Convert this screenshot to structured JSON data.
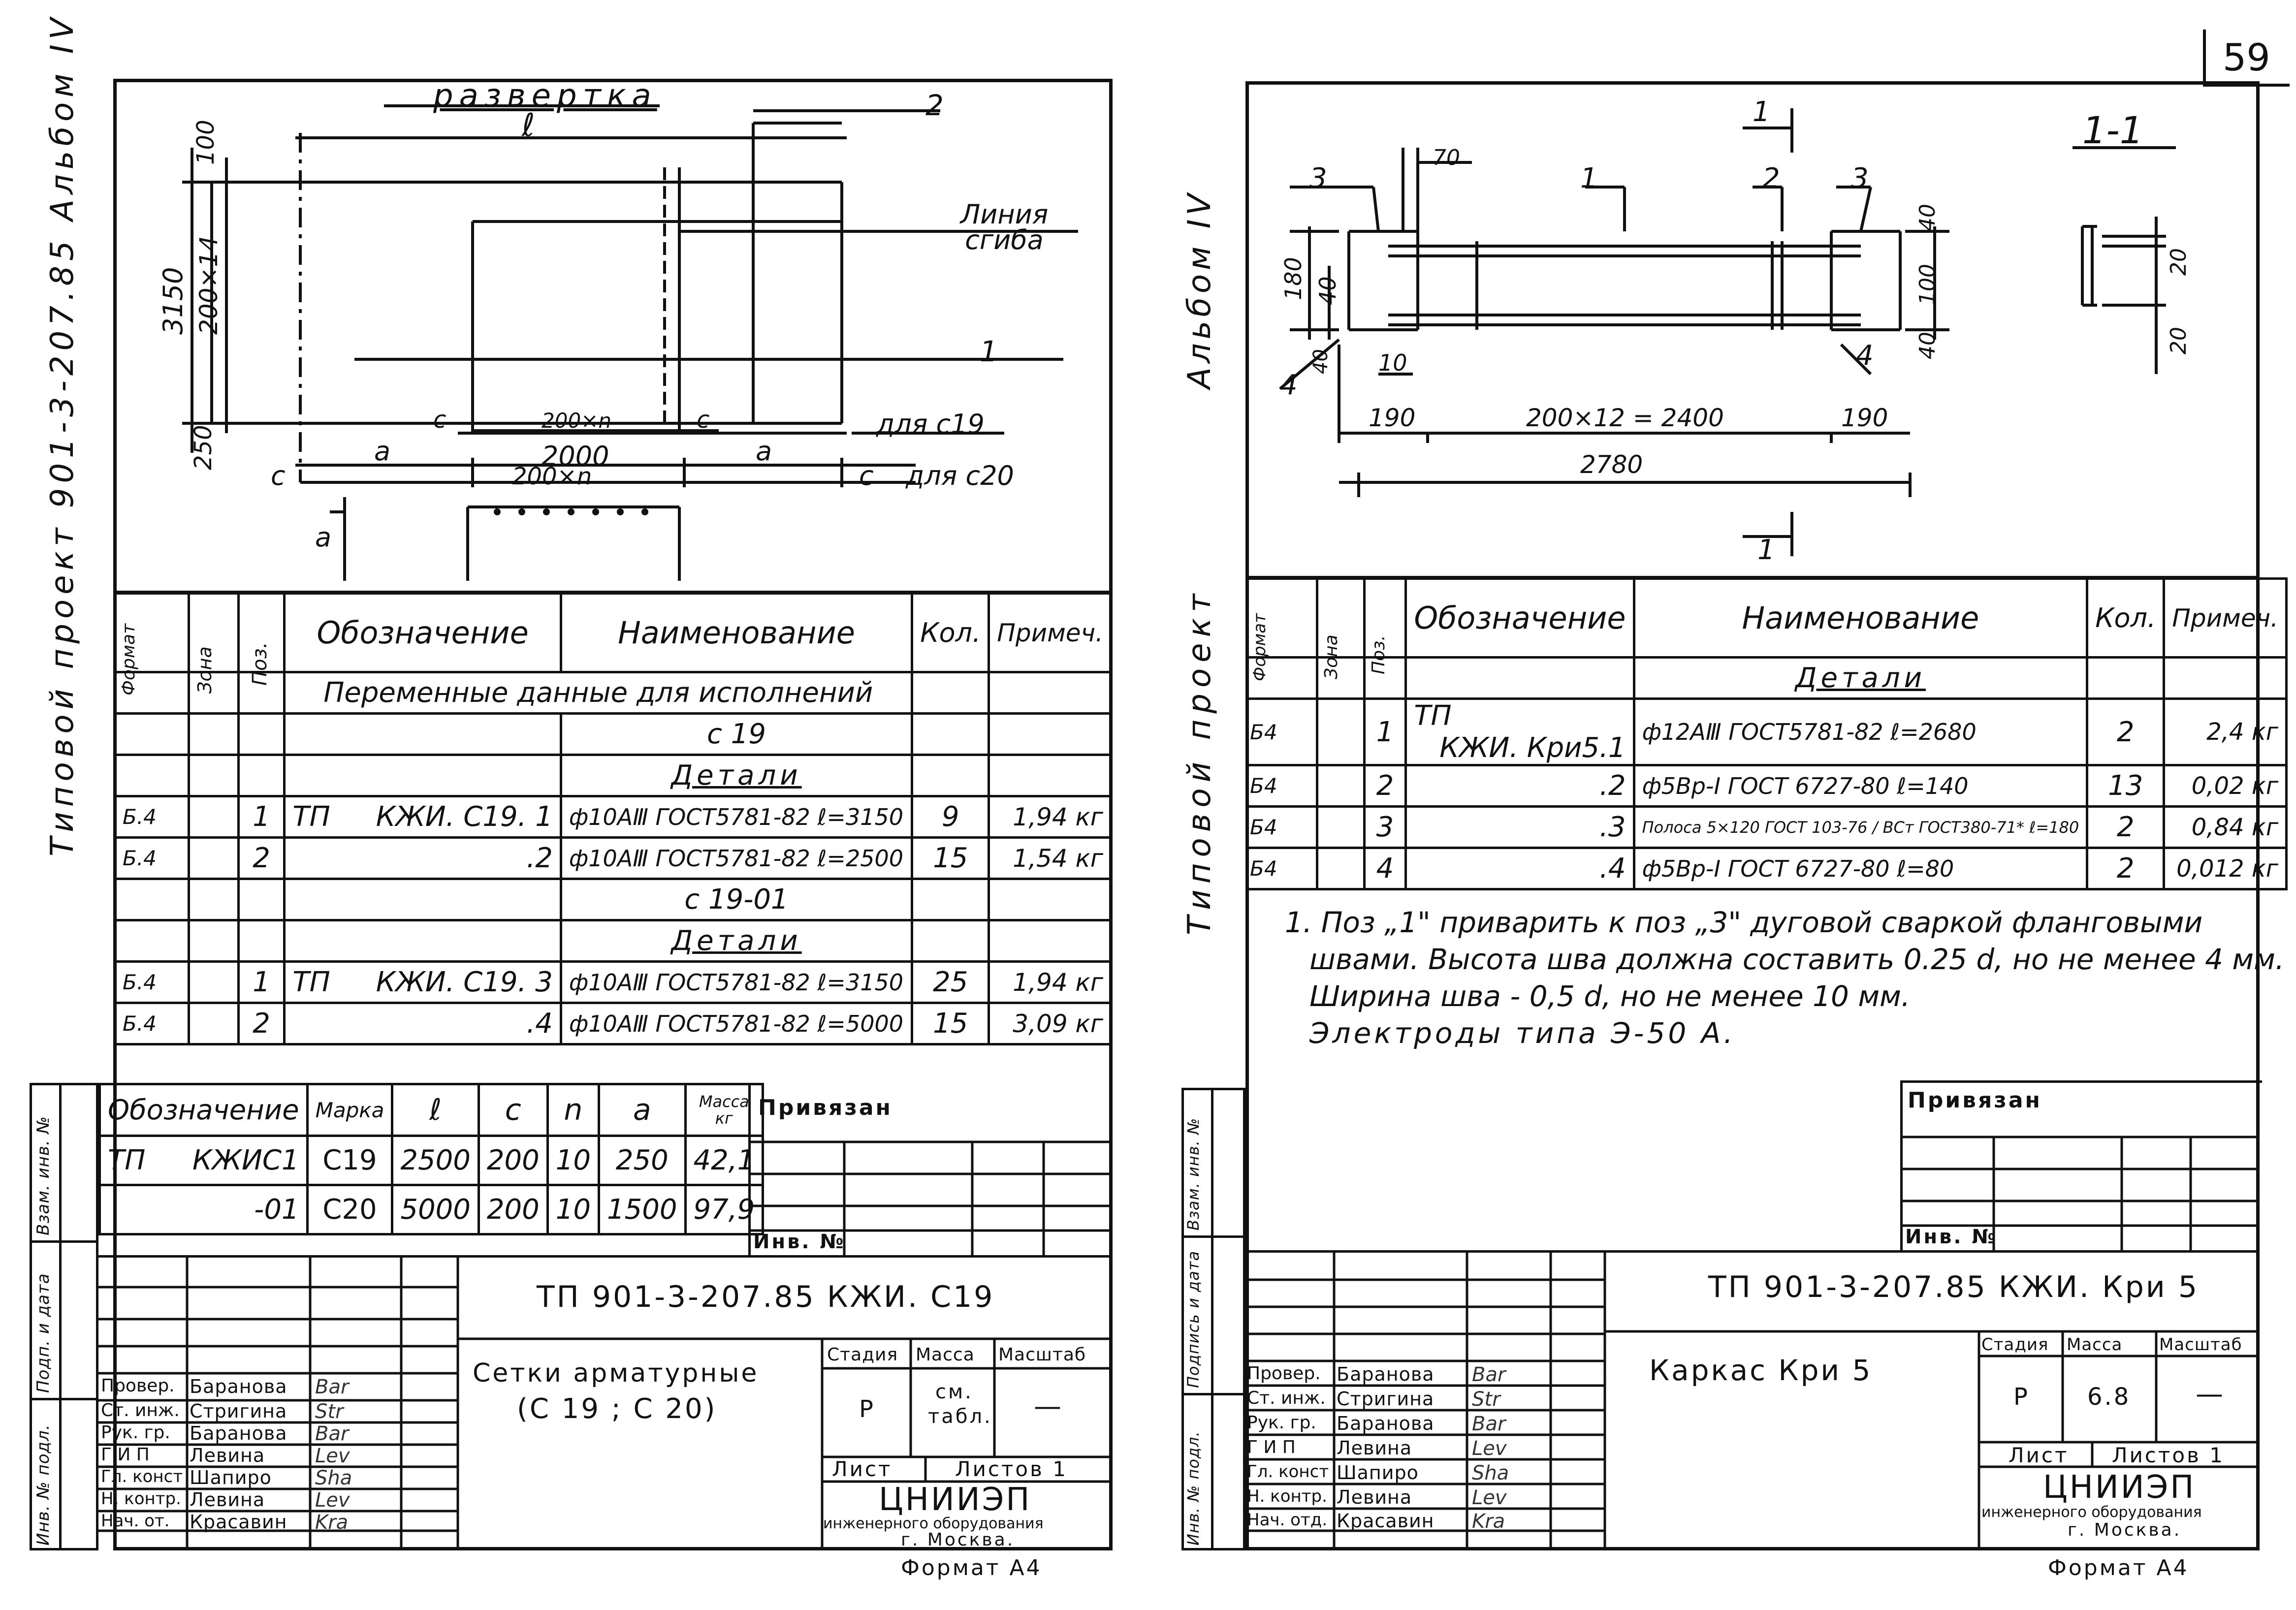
{
  "page_number": "59",
  "left_sheet": {
    "side_caption": "Типовой проект 901-3-207.85 Альбом IV",
    "drawing": {
      "title": "развертка",
      "labels": {
        "l": "ℓ",
        "two": "2",
        "one": "1",
        "a1": "a",
        "a2": "a",
        "a3": "a",
        "c1": "c",
        "c2": "c",
        "c3": "c",
        "c4": "c",
        "dim_100": "100",
        "dim_3150": "3150",
        "dim_200x14": "200×14",
        "dim_250": "250",
        "dim_200xn_top": "200×n",
        "dim_2000": "2000",
        "dim_200xn_bot": "200×n",
        "fold_line": "Линия сгиба",
        "for_c19": "для с19",
        "for_c20": "для с20"
      }
    },
    "spec_table": {
      "headers": [
        "Формат",
        "Зона",
        "Поз.",
        "Обозначение",
        "Наименование",
        "Кол.",
        "Примеч."
      ],
      "variable_note": "Переменные данные для исполнений",
      "group1": "с 19",
      "details1": "Детали",
      "rows1": [
        {
          "format": "Б.4",
          "zone": "",
          "pos": "1",
          "des_left": "ТП",
          "des_right": "КЖИ. С19. 1",
          "name": "ф10АⅢ ГОСТ5781-82  ℓ=3150",
          "qty": "9",
          "note": "1,94 кг"
        },
        {
          "format": "Б.4",
          "zone": "",
          "pos": "2",
          "des_left": "",
          "des_right": ".2",
          "name": "ф10АⅢ ГОСТ5781-82  ℓ=2500",
          "qty": "15",
          "note": "1,54 кг"
        }
      ],
      "group2": "с 19-01",
      "details2": "Детали",
      "rows2": [
        {
          "format": "Б.4",
          "zone": "",
          "pos": "1",
          "des_left": "ТП",
          "des_right": "КЖИ. С19. 3",
          "name": "ф10АⅢ ГОСТ5781-82  ℓ=3150",
          "qty": "25",
          "note": "1,94 кг"
        },
        {
          "format": "Б.4",
          "zone": "",
          "pos": "2",
          "des_left": "",
          "des_right": ".4",
          "name": "ф10АⅢ ГОСТ5781-82  ℓ=5000",
          "qty": "15",
          "note": "3,09 кг"
        }
      ]
    },
    "var_table": {
      "headers": [
        "Обозначение",
        "Марка",
        "ℓ",
        "с",
        "n",
        "а",
        "Масса кг"
      ],
      "rows": [
        {
          "des_left": "ТП",
          "des_right": "КЖИС1",
          "mark": "С19",
          "l": "2500",
          "c": "200",
          "n": "10",
          "a": "250",
          "mass": "42,1"
        },
        {
          "des_left": "",
          "des_right": "-01",
          "mark": "С20",
          "l": "5000",
          "c": "200",
          "n": "10",
          "a": "1500",
          "mass": "97,9"
        }
      ]
    },
    "binding": {
      "label": "Привязан",
      "inv": "Инв. №"
    },
    "left_strip": [
      "Инв. № подл.",
      "Подп. и дата",
      "Взам. инв. №"
    ],
    "title_block": {
      "code": "ТП 901-3-207.85 КЖИ. С19",
      "name_line1": "Сетки арматурные",
      "name_line2": "(С 19 ; С 20)",
      "stage_h": "Стадия",
      "mass_h": "Масса",
      "scale_h": "Масштаб",
      "stage": "Р",
      "mass_line1": "см.",
      "mass_line2": "табл.",
      "scale": "—",
      "sheet_h": "Лист",
      "sheets_h": "Листов 1",
      "org_line1": "ЦНИИЭП",
      "org_line2": "инженерного оборудования",
      "org_line3": "г. Москва.",
      "people": [
        {
          "role": "Провер.",
          "name": "Баранова",
          "sig": "Bar"
        },
        {
          "role": "Ст. инж.",
          "name": "Стригина",
          "sig": "Str"
        },
        {
          "role": "Рук. гр.",
          "name": "Баранова",
          "sig": "Bar"
        },
        {
          "role": "Г И П",
          "name": "Левина",
          "sig": "Lev"
        },
        {
          "role": "Гл. конст",
          "name": "Шапиро",
          "sig": "Sha"
        },
        {
          "role": "Н. контр.",
          "name": "Левина",
          "sig": "Lev"
        },
        {
          "role": "Нач. от.",
          "name": "Красавин",
          "sig": "Kra"
        }
      ]
    },
    "format": "Формат А4"
  },
  "right_sheet": {
    "side_caption_1": "Альбом IV",
    "side_caption_2": "Типовой проект",
    "drawing": {
      "section_title": "1-1",
      "labels": {
        "cut1": "1",
        "cut2": "1",
        "p3a": "3",
        "p70": "70",
        "p1": "1",
        "p2": "2",
        "p3b": "3",
        "d40a": "40",
        "d100": "100",
        "d40b": "40",
        "d180": "180",
        "d40c": "40",
        "d40d": "40",
        "d10": "10",
        "p4a": "4",
        "p4b": "4",
        "d190a": "190",
        "d2400": "200×12 = 2400",
        "d190b": "190",
        "d2780": "2780",
        "d20a": "20",
        "d20b": "20"
      }
    },
    "spec_table": {
      "headers": [
        "Формат",
        "Зона",
        "Поз.",
        "Обозначение",
        "Наименование",
        "Кол.",
        "Примеч."
      ],
      "details": "Детали",
      "rows": [
        {
          "format": "Б4",
          "zone": "",
          "pos": "1",
          "des_left": "ТП",
          "des_right": "КЖИ. Кри5.1",
          "name": "ф12АⅢ ГОСТ5781-82  ℓ=2680",
          "qty": "2",
          "note": "2,4 кг"
        },
        {
          "format": "Б4",
          "zone": "",
          "pos": "2",
          "des_left": "",
          "des_right": ".2",
          "name": "ф5Вр-Ⅰ ГОСТ 6727-80  ℓ=140",
          "qty": "13",
          "note": "0,02 кг"
        },
        {
          "format": "Б4",
          "zone": "",
          "pos": "3",
          "des_left": "",
          "des_right": ".3",
          "name": "Полоса 5×120 ГОСТ 103-76 / ВСт ГОСТ380-71*  ℓ=180",
          "qty": "2",
          "note": "0,84 кг"
        },
        {
          "format": "Б4",
          "zone": "",
          "pos": "4",
          "des_left": "",
          "des_right": ".4",
          "name": "ф5Вр-Ⅰ ГОСТ 6727-80  ℓ=80",
          "qty": "2",
          "note": "0,012 кг"
        }
      ]
    },
    "notes": [
      "1. Поз „1\" приварить к поз „3\" дуговой сваркой фланговыми",
      "швами. Высота шва должна составить 0.25 d, но не менее 4 мм.",
      "Ширина шва - 0,5 d, но не менее 10 мм.",
      "Электроды типа Э-50 А."
    ],
    "binding": {
      "label": "Привязан",
      "inv": "Инв. №"
    },
    "left_strip": [
      "Инв. № подл.",
      "Подпись и дата",
      "Взам. инв. №"
    ],
    "title_block": {
      "code": "ТП 901-3-207.85 КЖИ. Кри 5",
      "name": "Каркас Кри 5",
      "stage_h": "Стадия",
      "mass_h": "Масса",
      "scale_h": "Масштаб",
      "stage": "Р",
      "mass": "6.8",
      "scale": "—",
      "sheet_h": "Лист",
      "sheets_h": "Листов 1",
      "org_line1": "ЦНИИЭП",
      "org_line2": "инженерного оборудования",
      "org_line3": "г. Москва.",
      "people": [
        {
          "role": "Провер.",
          "name": "Баранова",
          "sig": "Bar"
        },
        {
          "role": "Ст. инж.",
          "name": "Стригина",
          "sig": "Str"
        },
        {
          "role": "Рук. гр.",
          "name": "Баранова",
          "sig": "Bar"
        },
        {
          "role": "Г И П",
          "name": "Левина",
          "sig": "Lev"
        },
        {
          "role": "Гл. конст",
          "name": "Шапиро",
          "sig": "Sha"
        },
        {
          "role": "Н. контр.",
          "name": "Левина",
          "sig": "Lev"
        },
        {
          "role": "Нач. отд.",
          "name": "Красавин",
          "sig": "Kra"
        }
      ]
    },
    "format": "Формат А4"
  }
}
